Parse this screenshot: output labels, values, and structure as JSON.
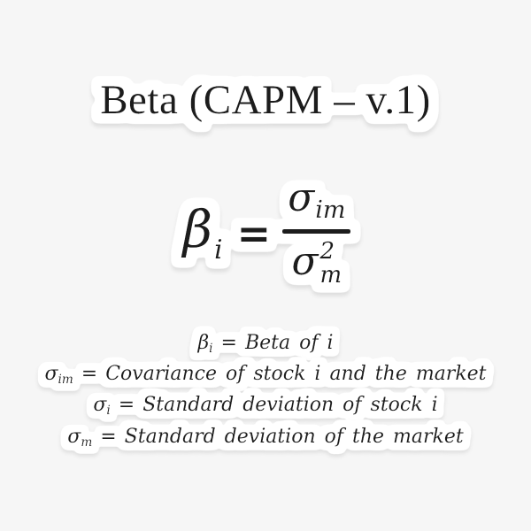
{
  "colors": {
    "background": "#f6f6f6",
    "sticker_fill": "#ffffff",
    "text": "#1a1a1a",
    "shadow": "#8c8c8c"
  },
  "title": "Beta (CAPM – v.1)",
  "formula": {
    "lhs_symbol": "β",
    "lhs_subscript": "i",
    "equals": "=",
    "numerator_symbol": "σ",
    "numerator_subscript": "im",
    "denominator_symbol": "σ",
    "denominator_superscript": "2",
    "denominator_subscript": "m"
  },
  "legend": [
    {
      "symbol": "β",
      "subscript": "i",
      "equals": "=",
      "description": "Beta of i"
    },
    {
      "symbol": "σ",
      "subscript": "im",
      "equals": "=",
      "description": "Covariance of stock i and the market"
    },
    {
      "symbol": "σ",
      "subscript": "i",
      "equals": "=",
      "description": "Standard deviation of stock i"
    },
    {
      "symbol": "σ",
      "subscript": "m",
      "equals": "=",
      "description": "Standard deviation of the market"
    }
  ]
}
